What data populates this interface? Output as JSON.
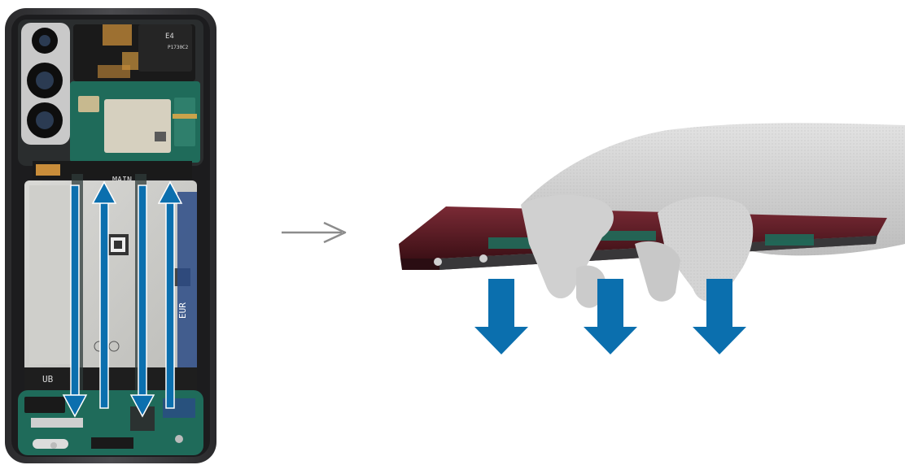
{
  "labels": {
    "camera_module": "E4",
    "camera_module_code": "P1730C2",
    "board_connector": "MAIN",
    "battery_corner": "UB",
    "battery_region": "EUR"
  },
  "colors": {
    "arrow_blue": "#0b6fae",
    "step_arrow_gray": "#8c8c8c",
    "phone_frame": "#3a3a3c",
    "pcb_green": "#1f6b5a",
    "frame_burgundy": "#5a1b24",
    "glove_gray": "#c9c9c9"
  },
  "icons": {
    "step_arrow": "arrow-right-icon",
    "up_arrows": "arrow-up-icon",
    "down_arrows": "arrow-down-icon"
  }
}
